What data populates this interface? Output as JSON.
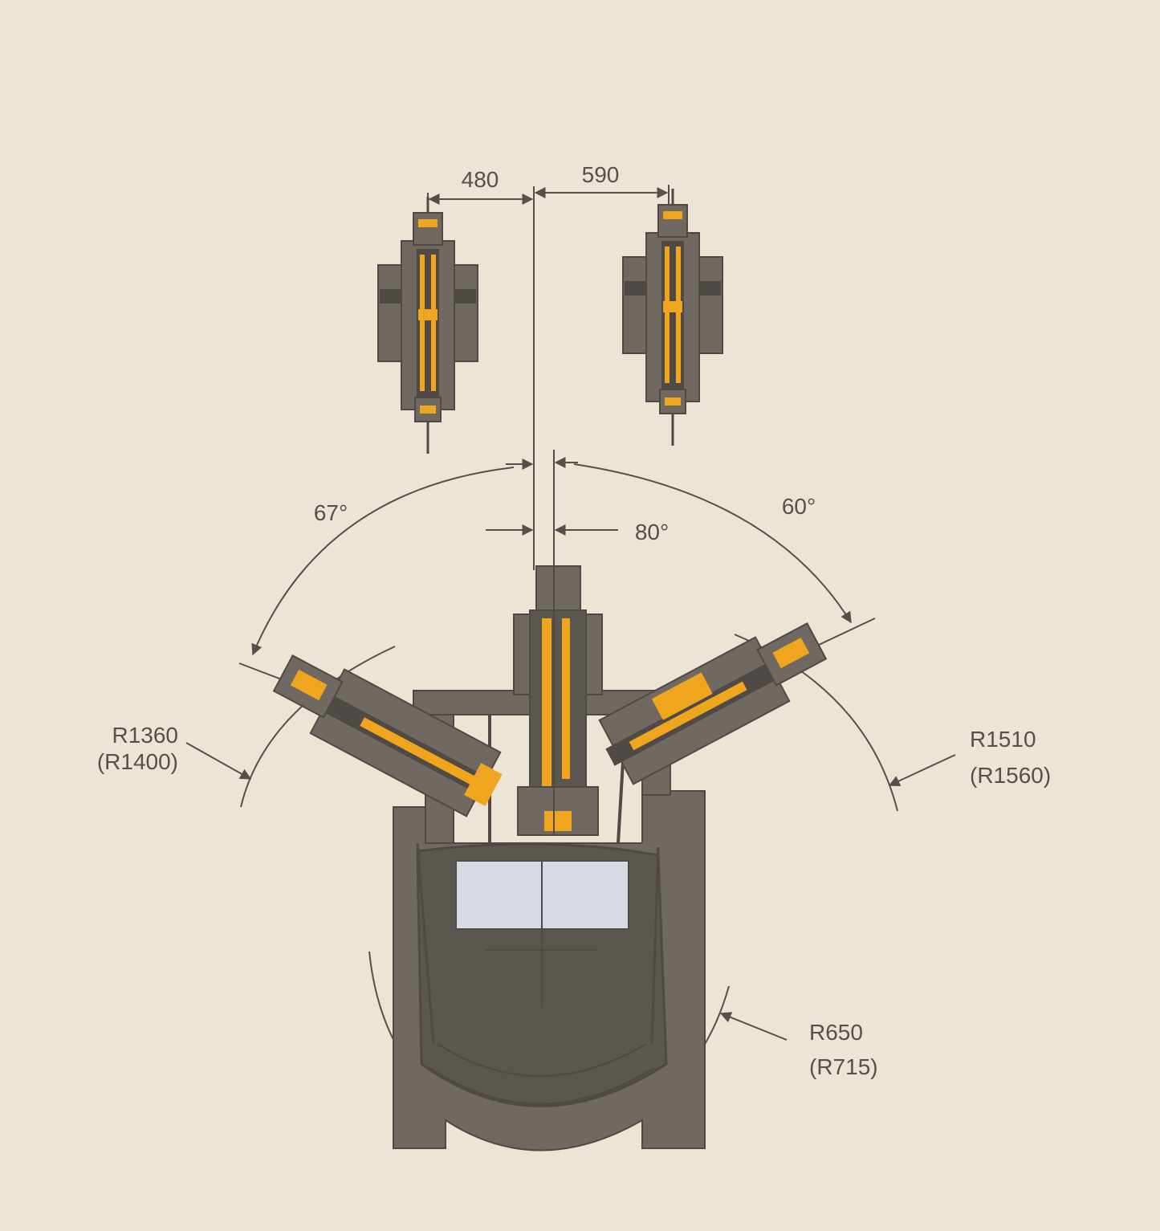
{
  "colors": {
    "background": "#ece4d5",
    "machine": "#6f6962",
    "machine_dark": "#4f4a45",
    "accent": "#f0a51f",
    "line": "#55504a",
    "window": "#d6dbe3"
  },
  "dimensions": {
    "left_offset": "480",
    "right_offset": "590",
    "left_angle": "67°",
    "right_angle": "60°",
    "center_angle": "80°",
    "left_radius": "R1360",
    "left_radius_alt": "(R1400)",
    "right_radius": "R1510",
    "right_radius_alt": "(R1560)",
    "bottom_radius": "R650",
    "bottom_radius_alt": "(R715)"
  }
}
